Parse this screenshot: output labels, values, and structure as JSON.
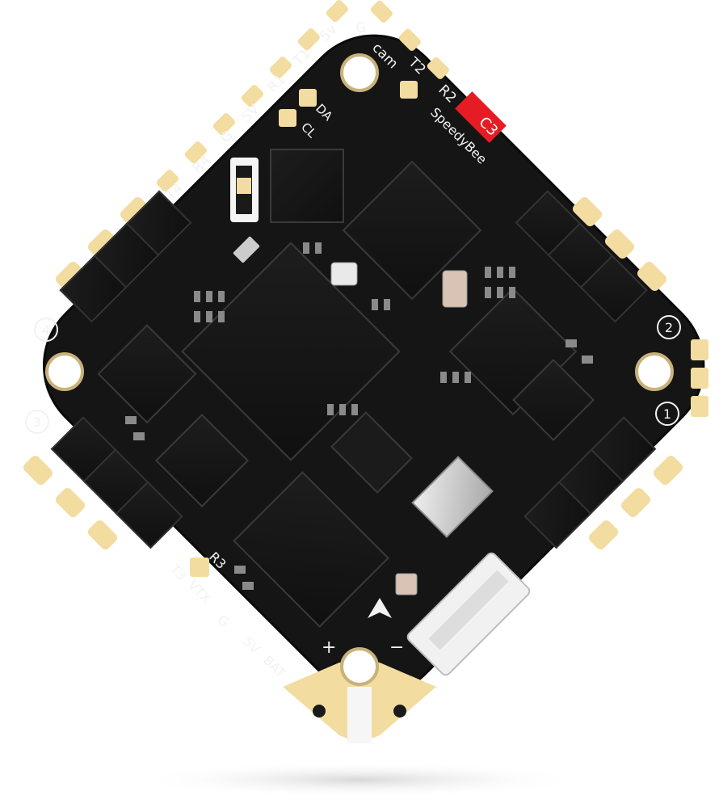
{
  "product": {
    "brand_label": "SpeedyBee",
    "model_badge": "C3",
    "accent_color": "#e61c24",
    "board_color": "#151515",
    "pad_color": "#f3dca0"
  },
  "labels": {
    "top_5v": "5v",
    "top_g": "G",
    "top_cam": "cam",
    "t1": "T1",
    "t2": "T2",
    "r1": "R1",
    "r2": "R2",
    "da": "DA",
    "cl": "CL",
    "left_5v": "5V",
    "left_g": "G",
    "r4": "R4",
    "t4": "T4",
    "r3": "R3",
    "t3": "T3",
    "vtx": "VTX",
    "bottom_g": "G",
    "bottom_5v": "5V",
    "bat": "BAT",
    "plus": "+",
    "minus": "−",
    "motor_1": "1",
    "motor_2": "2",
    "motor_3": "3",
    "motor_4": "4"
  }
}
